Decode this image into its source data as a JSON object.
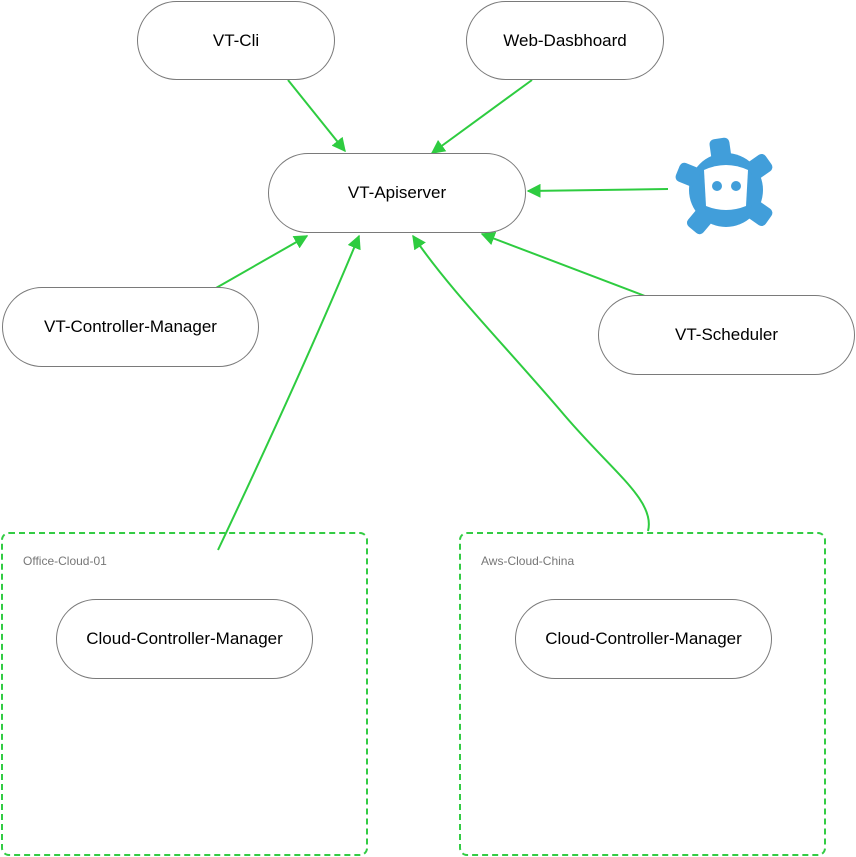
{
  "nodes": {
    "vt_cli": "VT-Cli",
    "web_dashboard": "Web-Dasbhoard",
    "vt_apiserver": "VT-Apiserver",
    "vt_controller_manager": "VT-Controller-Manager",
    "vt_scheduler": "VT-Scheduler"
  },
  "groups": {
    "office": {
      "label": "Office-Cloud-01",
      "node": "Cloud-Controller-Manager"
    },
    "aws": {
      "label": "Aws-Cloud-China",
      "node": "Cloud-Controller-Manager"
    }
  },
  "icons": {
    "etcd": "etcd-logo-icon"
  },
  "colors": {
    "edge": "#2ecc40",
    "group_border": "#33cc44",
    "etcd": "#419eda"
  }
}
